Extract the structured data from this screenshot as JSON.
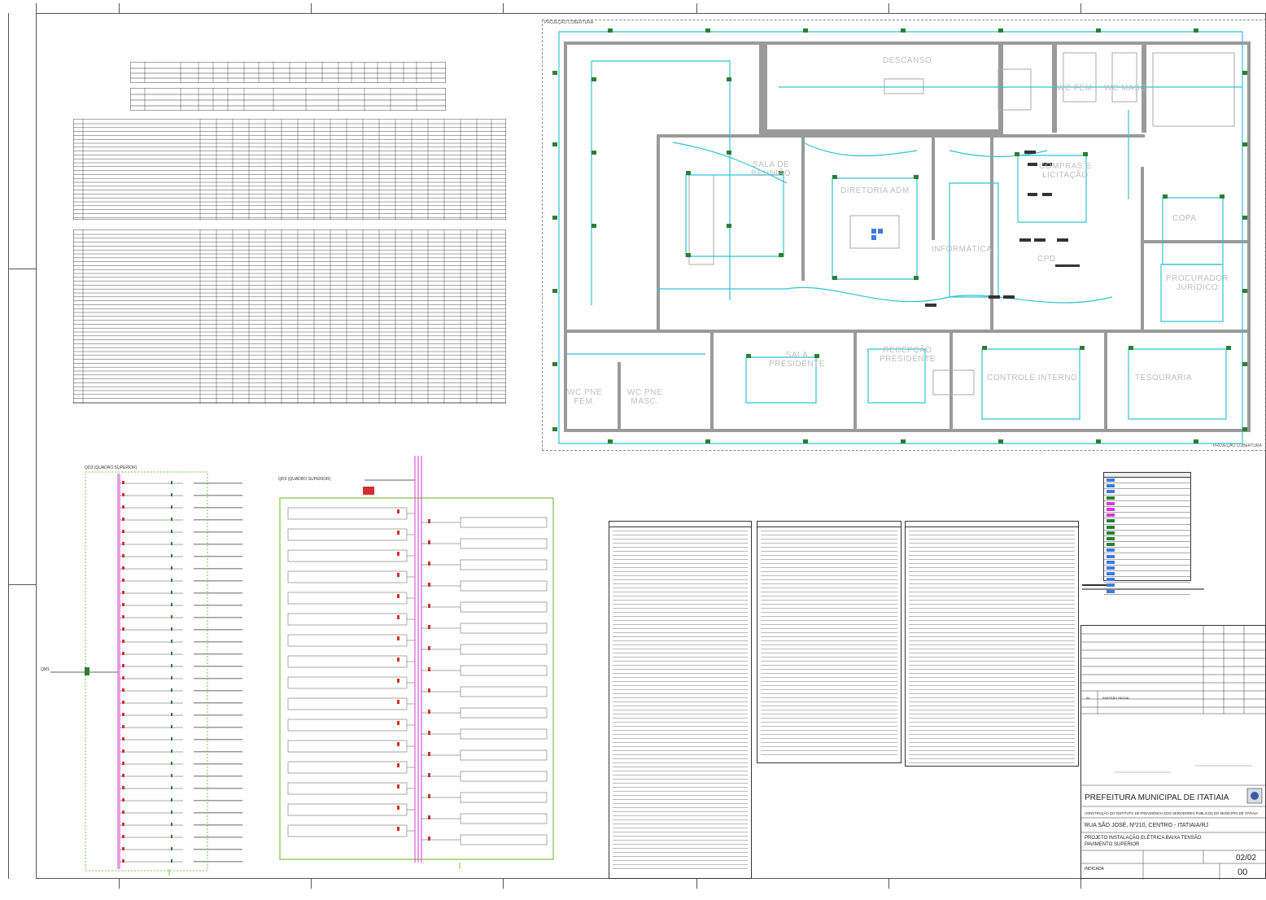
{
  "floorplan": {
    "title": "PROJEÇÃO COBERTURA",
    "footer": "PROJEÇÃO COBERTURA",
    "rooms": [
      {
        "id": "descanso",
        "label": "DESCANSO"
      },
      {
        "id": "wc-fem",
        "label": "WC FEM."
      },
      {
        "id": "wc-masc",
        "label": "WC MASC."
      },
      {
        "id": "sala-reuniao",
        "label": "SALA DE\nREUNIÃO"
      },
      {
        "id": "diretoria-adm",
        "label": "DIRETORIA ADM"
      },
      {
        "id": "compras",
        "label": "COMPRAS E\nLICITAÇÃO"
      },
      {
        "id": "informatica",
        "label": "INFORMÁTICA"
      },
      {
        "id": "cpd",
        "label": "CPD"
      },
      {
        "id": "copa",
        "label": "COPA"
      },
      {
        "id": "procurador",
        "label": "PROCURADOR\nJURÍDICO"
      },
      {
        "id": "sala-presidente",
        "label": "SALA\nPRESIDENTE"
      },
      {
        "id": "recepcao",
        "label": "RECEPÇÃO\nPRESIDENTE"
      },
      {
        "id": "controle-interno",
        "label": "CONTROLE INTERNO"
      },
      {
        "id": "tesouraria",
        "label": "TESOURARIA"
      },
      {
        "id": "wc-pne-fem",
        "label": "WC PNE\nFEM."
      },
      {
        "id": "wc-pne-masc",
        "label": "WC PNE\nMASC."
      }
    ]
  },
  "diagrams": {
    "left_title": "QD3 (QUADRO SUPERIOR)",
    "center_title": "QD3 (QUADRO SUPERIOR)",
    "source_label": "QM1"
  },
  "colors": {
    "circuit_wire": "#2ec4d6",
    "fixture_green": "#2e7d32",
    "diagram_frame": "#7bc043",
    "busbar": "#d63ad6",
    "breaker_red": "#d32f2f"
  },
  "titleblock": {
    "revision_row": {
      "num": "00",
      "desc": "EMISSÃO INICIAL"
    },
    "client": "PREFEITURA MUNICIPAL DE ITATIAIA",
    "project": "CONSTRUÇÃO DO INSTITUTO DE PREVIDÊNCIA DOS SERVIDORES PÚBLICOS DO MUNICÍPIO DE ITATIAIA",
    "address": "RUA SÃO JOSÉ, Nº210, CENTRO - ITATIAIA/RJ",
    "subject_line1": "PROJETO INSTALAÇÃO ELÉTRICA BAIXA TENSÃO",
    "subject_line2": "PAVIMENTO SUPERIOR",
    "scale": "INDICADA",
    "sheet": "02/02",
    "revision": "00"
  }
}
